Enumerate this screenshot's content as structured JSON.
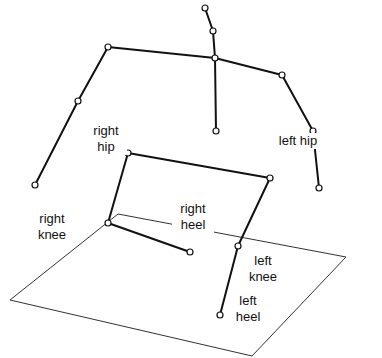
{
  "diagram": {
    "labels": [
      "right hip",
      "left hip",
      "right knee",
      "right heel",
      "left knee",
      "left heel"
    ]
  }
}
